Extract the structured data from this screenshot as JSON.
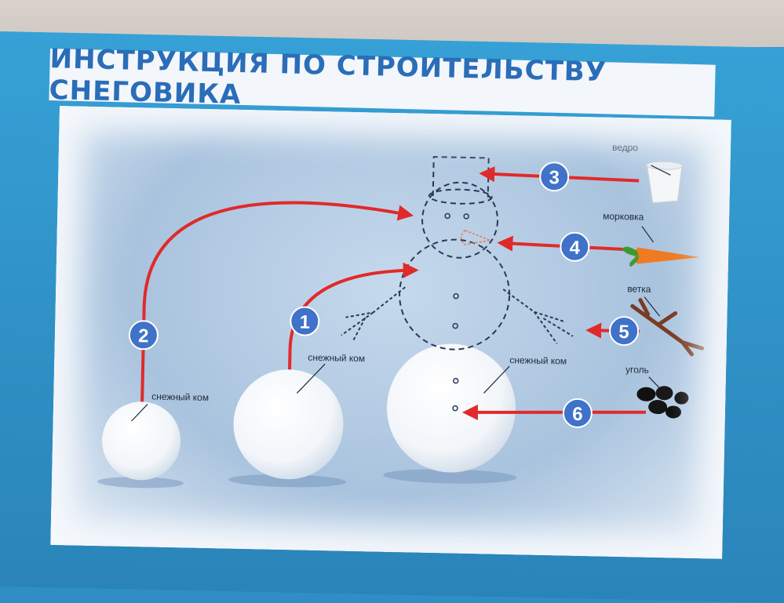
{
  "title": "ИНСТРУКЦИЯ ПО СТРОИТЕЛЬСТВУ СНЕГОВИКА",
  "steps": [
    "1",
    "2",
    "3",
    "4",
    "5",
    "6"
  ],
  "labels": {
    "snowball_small": "снежный ком",
    "snowball_medium": "снежный ком",
    "snowball_large": "снежный ком",
    "bucket": "ведро",
    "carrot": "морковка",
    "branch": "ветка",
    "coal": "уголь"
  },
  "colors": {
    "arrow": "#e02a2a",
    "step_badge": "#3f72c8",
    "title_text": "#2a6db8",
    "board": "#2f8fc4"
  }
}
